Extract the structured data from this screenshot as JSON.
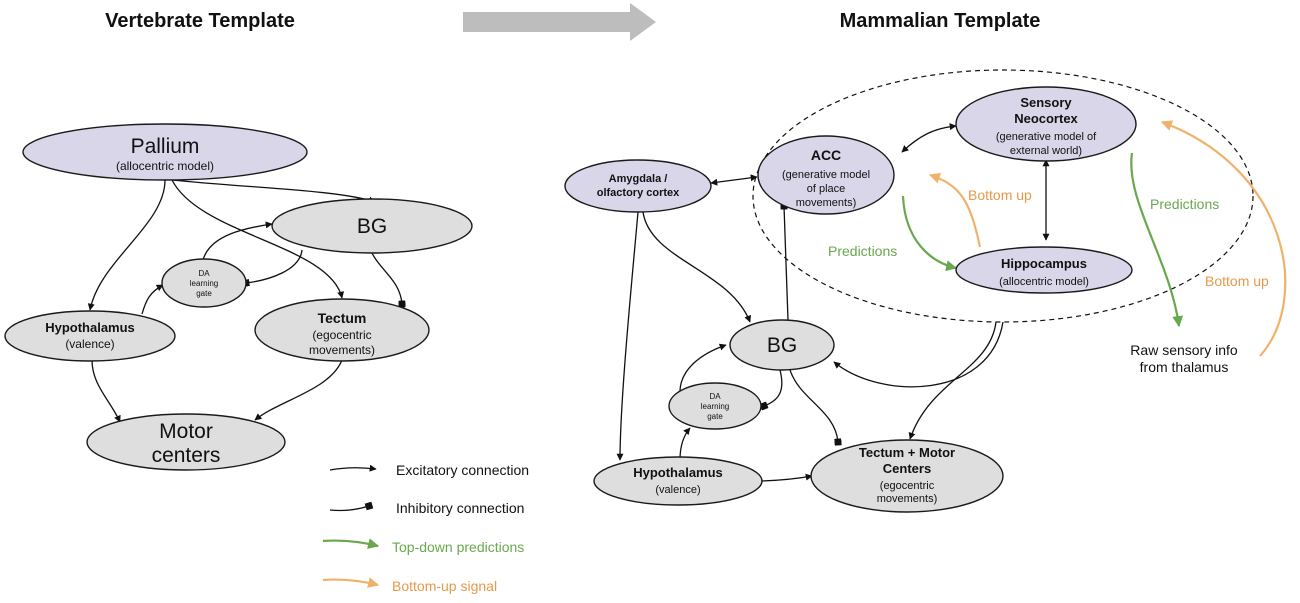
{
  "titles": {
    "vertebrate": "Vertebrate Template",
    "mammalian": "Mammalian Template"
  },
  "colors": {
    "cortical_node": "#d9d6ea",
    "subcortical_node": "#dedede",
    "predictions": "#6aa84f",
    "bottom_up": "#f0b26b",
    "transition_arrow": "#bdbdbd"
  },
  "vertebrate": {
    "pallium": {
      "name": "Pallium",
      "sub": "(allocentric model)"
    },
    "bg": {
      "name": "BG"
    },
    "da_gate": {
      "line1": "DA",
      "line2": "learning",
      "line3": "gate"
    },
    "hypothalamus": {
      "name": "Hypothalamus",
      "sub": "(valence)"
    },
    "tectum": {
      "name": "Tectum",
      "sub1": "(egocentric",
      "sub2": "movements)"
    },
    "motor": {
      "line1": "Motor",
      "line2": "centers"
    }
  },
  "mammalian": {
    "amygdala": {
      "line1": "Amygdala /",
      "line2": "olfactory cortex"
    },
    "acc": {
      "name": "ACC",
      "sub1": "(generative model",
      "sub2": "of place",
      "sub3": "movements)"
    },
    "neocortex": {
      "name1": "Sensory",
      "name2": "Neocortex",
      "sub1": "(generative model of",
      "sub2": "external world)"
    },
    "hippocampus": {
      "name": "Hippocampus",
      "sub": "(allocentric model)"
    },
    "bg": {
      "name": "BG"
    },
    "da_gate": {
      "line1": "DA",
      "line2": "learning",
      "line3": "gate"
    },
    "hypothalamus": {
      "name": "Hypothalamus",
      "sub": "(valence)"
    },
    "tectum_motor": {
      "name1": "Tectum + Motor",
      "name2": "Centers",
      "sub1": "(egocentric",
      "sub2": "movements)"
    },
    "labels": {
      "predictions_left": "Predictions",
      "bottom_up_left": "Bottom up",
      "predictions_right": "Predictions",
      "bottom_up_right": "Bottom up",
      "raw1": "Raw sensory info",
      "raw2": "from thalamus"
    }
  },
  "legend": {
    "excitatory": "Excitatory connection",
    "inhibitory": "Inhibitory connection",
    "predictions": "Top-down predictions",
    "bottom_up": "Bottom-up signal"
  }
}
